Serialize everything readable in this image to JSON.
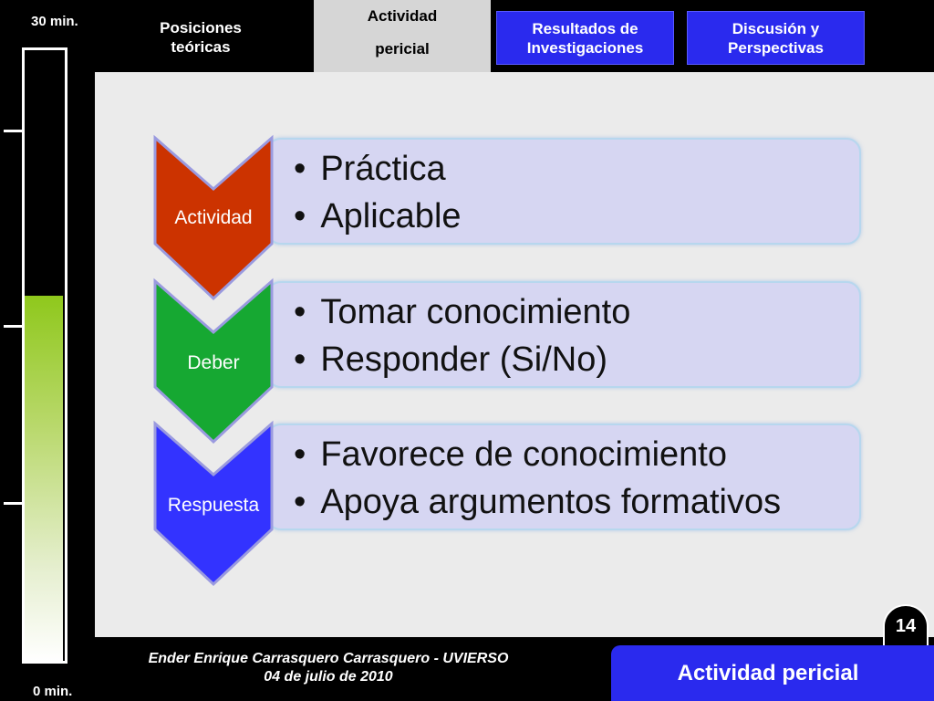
{
  "timer": {
    "top_label": "30 min.",
    "bottom_label": "0 min.",
    "elapsed_fraction": 0.6
  },
  "nav": {
    "tabs": [
      {
        "label_line1": "Posiciones",
        "label_line2": "teóricas",
        "state": "plain"
      },
      {
        "label_line1": "Actividad",
        "label_line2": "pericial",
        "state": "active"
      },
      {
        "label_line1": "Resultados de",
        "label_line2": "Investigaciones",
        "state": "blue"
      },
      {
        "label_line1": "Discusión y",
        "label_line2": "Perspectivas",
        "state": "blue"
      }
    ]
  },
  "slide": {
    "rows": [
      {
        "label": "Actividad",
        "color": "#cc3300",
        "bullets": [
          "Práctica",
          "Aplicable"
        ]
      },
      {
        "label": "Deber",
        "color": "#16a832",
        "bullets": [
          "Tomar conocimiento",
          "Responder (Si/No)"
        ]
      },
      {
        "label": "Respuesta",
        "color": "#3333ff",
        "bullets": [
          "Favorece de conocimiento",
          "Apoya argumentos formativos"
        ]
      }
    ]
  },
  "footer": {
    "author": "Ender Enrique Carrasquero Carrasquero - UVIERSO",
    "date": "04 de julio de 2010",
    "page_number": "14",
    "section_label": "Actividad pericial"
  },
  "colors": {
    "accent_blue": "#2a2aee",
    "panel_bg": "#ebebeb",
    "timer_green": "#8fc81c"
  }
}
